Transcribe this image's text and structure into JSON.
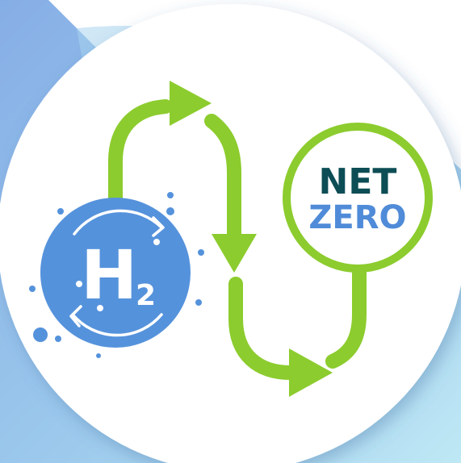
{
  "hydrogen": {
    "symbol": "H",
    "subscript": "2"
  },
  "net_zero": {
    "line1": "NET",
    "line2": "ZERO"
  },
  "colors": {
    "background_blue_left": "#8fb4e6",
    "background_blue_right": "#bfe6f4",
    "card": "#ffffff",
    "hydrogen_blue": "#5592dc",
    "arrow_green": "#8ccc2e",
    "net_teal": "#0d4d55",
    "zero_blue": "#4f8bd8"
  }
}
